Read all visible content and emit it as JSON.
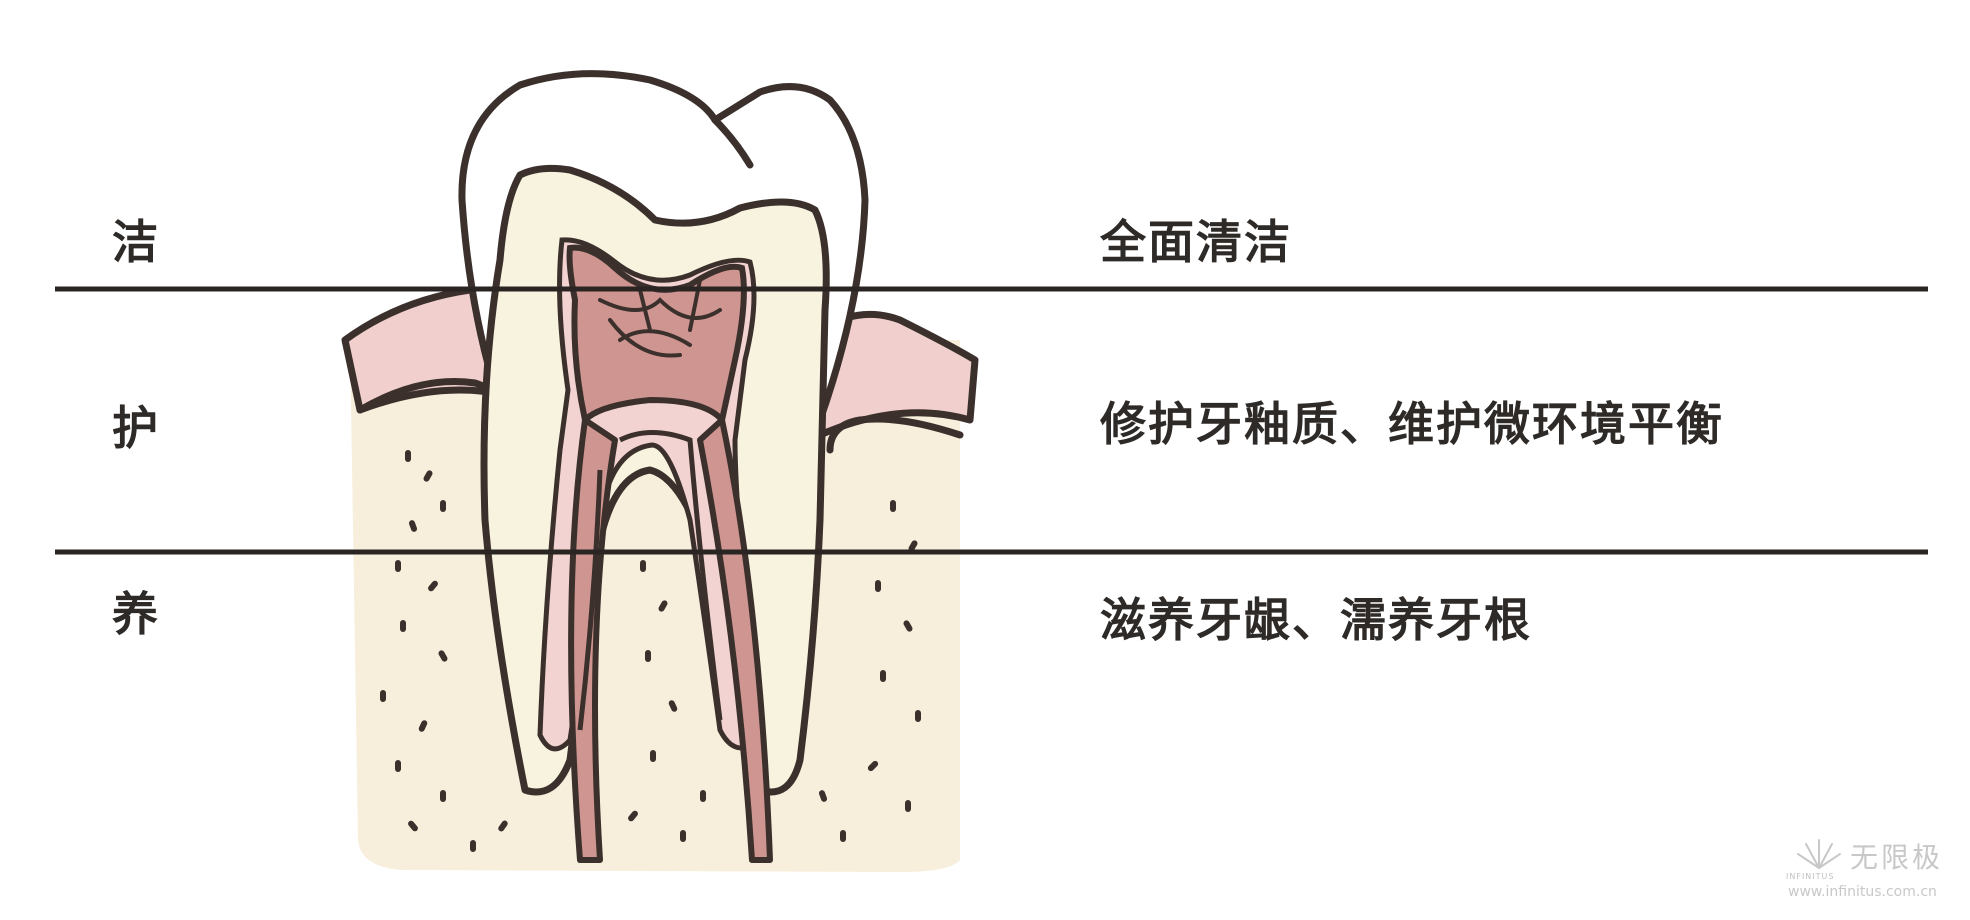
{
  "rows": [
    {
      "key": "洁",
      "desc": "全面清洁"
    },
    {
      "key": "护",
      "desc": "修护牙釉质、维护微环境平衡"
    },
    {
      "key": "养",
      "desc": "滋养牙龈、濡养牙根"
    }
  ],
  "watermark": {
    "brand": "无限极",
    "english": "INFINITUS",
    "url": "www.infinitus.com.cn"
  },
  "colors": {
    "outline": "#3b302c",
    "bone": "#f7efdc",
    "gum": "#f0cfcd",
    "dentin": "#f8f3df",
    "pulp": "#cf9590",
    "pulp_light": "#f2d3d1",
    "divider": "#2a2523"
  }
}
